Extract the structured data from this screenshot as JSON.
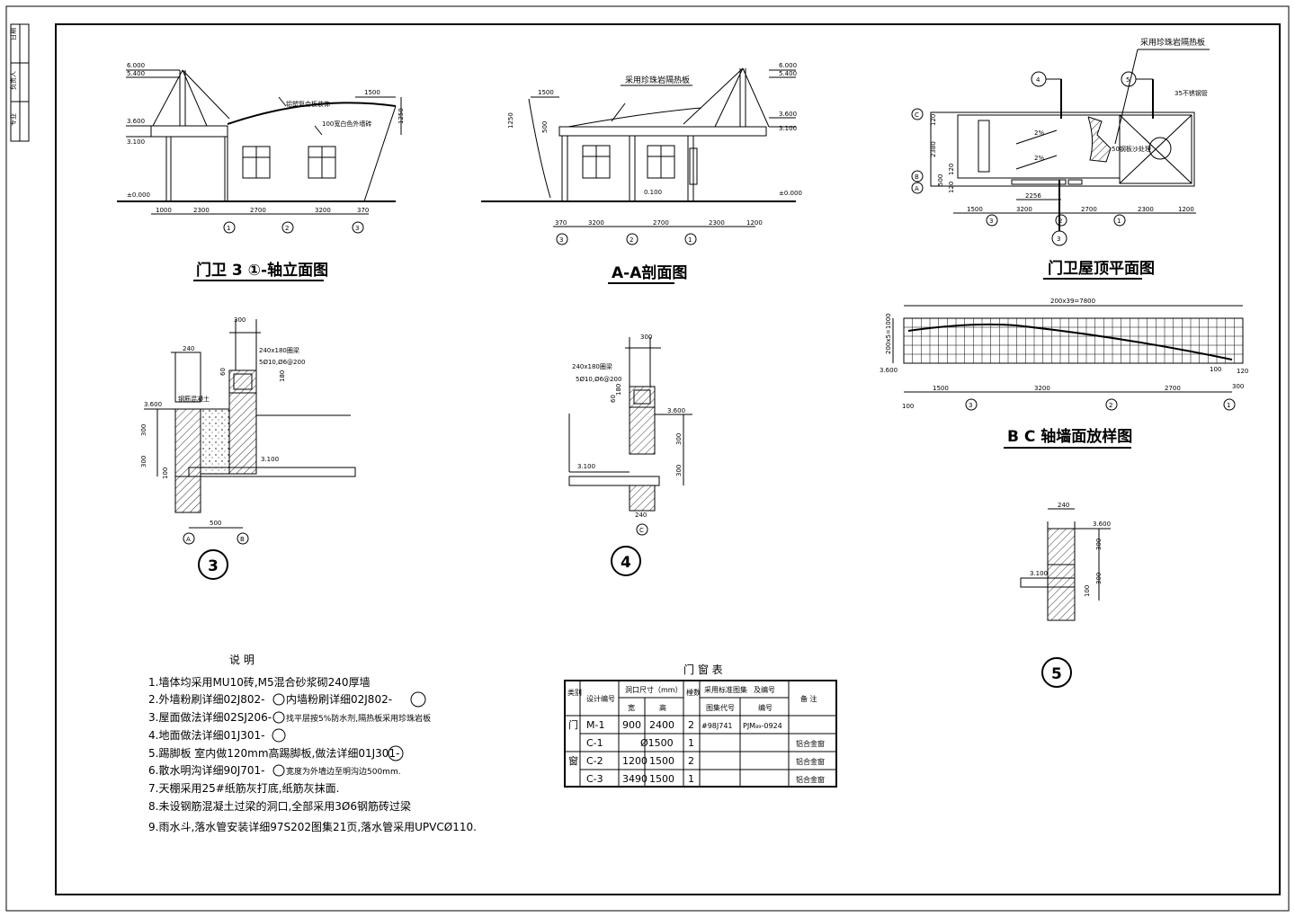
{
  "side_strip": {
    "labels": [
      "日期",
      "负责人",
      "专业"
    ]
  },
  "drawings": {
    "elevation": {
      "title": "门卫 3 ①-轴立面图",
      "levels": [
        "6.000",
        "5.400",
        "3.600",
        "3.100",
        "±0.000"
      ],
      "notes": [
        "铝塑复合板装饰",
        "100宽白色外墙砖"
      ],
      "dims": [
        "1000",
        "2300",
        "2700",
        "3200",
        "370",
        "1500",
        "1250"
      ],
      "axes": [
        "1",
        "2",
        "3"
      ]
    },
    "section_aa": {
      "title": "A-A剖面图",
      "note": "采用珍珠岩隔热板",
      "levels": [
        "6.000",
        "5.400",
        "3.600",
        "3.100",
        "±0.000",
        "0.100"
      ],
      "dims": [
        "1500",
        "1250",
        "500",
        "370",
        "3200",
        "2700",
        "2300",
        "1200"
      ],
      "axes": [
        "3",
        "2",
        "1"
      ]
    },
    "roof_plan": {
      "title": "门卫屋顶平面图",
      "notes": [
        "采用珍珠岩隔热板",
        "35不锈钢管",
        "50钢板沙处理",
        "2%",
        "2%"
      ],
      "callouts": [
        "4",
        "5",
        "3"
      ],
      "axes_left": [
        "C",
        "B",
        "A"
      ],
      "dims_left": [
        "120",
        "2380",
        "120",
        "500",
        "120"
      ],
      "dims_bottom": [
        "1500",
        "3200",
        "2700",
        "2300",
        "1200"
      ],
      "dim_inner": "2256",
      "axes": [
        "3",
        "2",
        "1"
      ]
    },
    "wall_bc": {
      "title": "B  C 轴墙面放样图",
      "top_dim": "200x39=7800",
      "left_dim": "200x5=1000",
      "dims_bottom": [
        "1500",
        "3200",
        "2700"
      ],
      "small": [
        "3.600",
        "100",
        "120",
        "300",
        "100"
      ],
      "axes": [
        "3",
        "2",
        "1"
      ]
    },
    "detail_3": {
      "label": "3",
      "dims": [
        "300",
        "240",
        "240x180圈梁",
        "5Ø10,Ø6@200",
        "180",
        "60",
        "300",
        "300",
        "100",
        "500"
      ],
      "levels": [
        "3.600",
        "3.100"
      ],
      "note": "钢筋混凝土",
      "axes": [
        "A",
        "B"
      ]
    },
    "detail_4": {
      "label": "4",
      "dims": [
        "300",
        "240x180圈梁",
        "5Ø10,Ø6@200",
        "180",
        "60",
        "300",
        "300",
        "240"
      ],
      "levels": [
        "3.600",
        "3.100"
      ],
      "axes": [
        "C"
      ]
    },
    "detail_5": {
      "label": "5",
      "dims": [
        "240",
        "300",
        "300",
        "100"
      ],
      "levels": [
        "3.600",
        "3.100"
      ]
    }
  },
  "notes": {
    "heading": "说 明",
    "items": [
      "1.墙体均采用MU10砖,M5混合砂浆砌240厚墙",
      "2.外墙粉刷详细02J802-",
      "3.屋面做法详细02SJ206-",
      "4.地面做法详细01J301-",
      "5.踢脚板 室内做120mm高踢脚板,做法详细01J301-",
      "6.散水明沟详细90J701-",
      "7.天棚采用25#纸筋灰打底,纸筋灰抹面.",
      "8.未设钢筋混凝土过梁的洞口,全部采用3Ø6钢筋砖过梁",
      "9.雨水斗,落水管安装详细97S202图集21页,落水管采用UPVCØ110."
    ],
    "inline": [
      "内墙粉刷详细02J802-",
      "找平层按5%防水剂,隔热板采用珍珠岩板",
      "宽度为外墙边至明沟边500mm."
    ]
  },
  "door_table": {
    "title": "门 窗 表",
    "headers": [
      "类别",
      "设计编号",
      "洞口尺寸（mm）",
      "宽",
      "高",
      "樘数",
      "采用标准图集",
      "及编号",
      "图集代号",
      "编号",
      "备 注"
    ],
    "rows": [
      {
        "cat": "门",
        "id": "M-1",
        "w": "900",
        "h": "2400",
        "n": "2",
        "atlas": "#98J741",
        "code": "PJM₈₉-0924",
        "note": ""
      },
      {
        "cat": "",
        "id": "C-1",
        "w": "Ø1500",
        "h": "",
        "n": "1",
        "atlas": "",
        "code": "",
        "note": "铝合金窗"
      },
      {
        "cat": "窗",
        "id": "C-2",
        "w": "1200",
        "h": "1500",
        "n": "2",
        "atlas": "",
        "code": "",
        "note": "铝合金窗"
      },
      {
        "cat": "",
        "id": "C-3",
        "w": "3490",
        "h": "1500",
        "n": "1",
        "atlas": "",
        "code": "",
        "note": "铝合金窗"
      }
    ]
  }
}
